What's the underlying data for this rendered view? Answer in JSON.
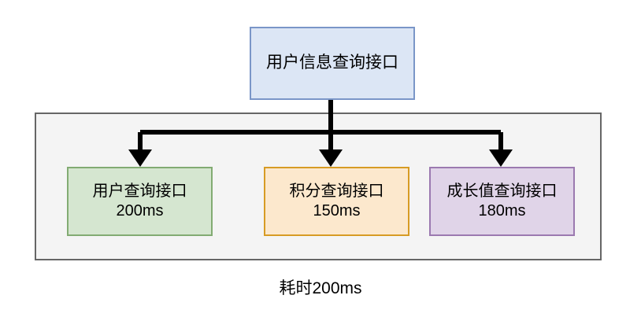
{
  "diagram": {
    "type": "tree-fanout",
    "root": {
      "label": "用户信息查询接口",
      "fill": "#dce6f5",
      "stroke": "#7a96c8"
    },
    "group": {
      "fill": "#f4f4f4",
      "stroke": "#666666"
    },
    "leaves": [
      {
        "name": "user-query-interface",
        "label": "用户查询接口",
        "latency": "200ms",
        "fill": "#d5e6d0",
        "stroke": "#82ab72"
      },
      {
        "name": "points-query-interface",
        "label": "积分查询接口",
        "latency": "150ms",
        "fill": "#fce8cd",
        "stroke": "#d79b24"
      },
      {
        "name": "growth-query-interface",
        "label": "成长值查询接口",
        "latency": "180ms",
        "fill": "#e0d4e8",
        "stroke": "#9b79b0"
      }
    ],
    "caption": "耗时200ms",
    "connector_color": "#000000"
  }
}
